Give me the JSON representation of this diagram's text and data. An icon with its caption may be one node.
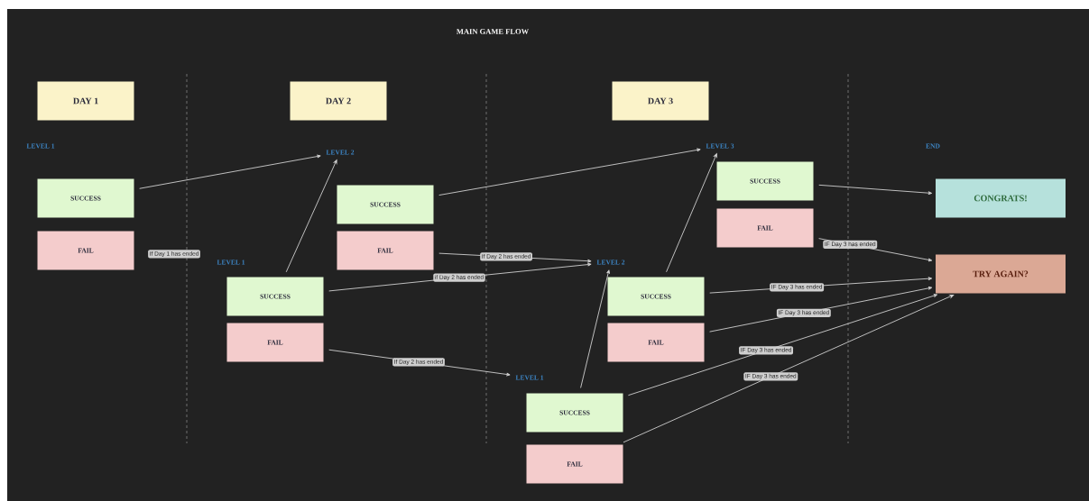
{
  "diagram": {
    "title": "MAIN GAME FLOW",
    "nodes": [
      {
        "text": [
          "DAY 1"
        ]
      },
      {
        "text": [
          "SUCCESS"
        ]
      },
      {
        "text": [
          "FAIL"
        ]
      },
      {
        "text": [
          "DAY 2"
        ]
      },
      {
        "text": [
          "LEVEL 2"
        ]
      },
      {
        "text": [
          "SUCCESS"
        ]
      },
      {
        "text": [
          "FAIL"
        ]
      },
      {
        "text": [
          "SUCCESS"
        ]
      },
      {
        "text": [
          "FAIL"
        ]
      },
      {
        "text": [
          "DAY 3"
        ]
      },
      {
        "text": [
          "LEVEL 3"
        ]
      },
      {
        "text": [
          "SUCCESS"
        ]
      },
      {
        "text": [
          "FAIL"
        ]
      },
      {
        "text": [
          "LEVEL 2"
        ]
      },
      {
        "text": [
          "SUCCESS"
        ]
      },
      {
        "text": [
          "FAIL"
        ]
      },
      {
        "text": [
          "LEVEL 1"
        ]
      },
      {
        "text": [
          "SUCCESS"
        ]
      },
      {
        "text": [
          "FAIL"
        ]
      },
      {
        "text": [
          "CONGRATS!"
        ]
      },
      {
        "text": [
          "TRY AGAIN?"
        ]
      }
    ],
    "edges": [
      {
        "from": 1,
        "to": 4,
        "arrow": "to"
      },
      {
        "from": 7,
        "to": 4,
        "arrow": "to"
      },
      {
        "from": 5,
        "to": 10,
        "arrow": "to"
      },
      {
        "from": 6,
        "to": 13,
        "arrow": "to",
        "label": "If Day 2 has ended"
      },
      {
        "from": 7,
        "to": 13,
        "arrow": "to",
        "label": "if Day 2 has ended"
      },
      {
        "from": 8,
        "to": 16,
        "arrow": "to",
        "label": "If Day 2 has ended"
      },
      {
        "from": 14,
        "to": 10,
        "arrow": "to"
      },
      {
        "from": 17,
        "to": 13,
        "arrow": "to"
      },
      {
        "from": 11,
        "to": 19,
        "arrow": "to"
      },
      {
        "from": 12,
        "to": 20,
        "arrow": "to",
        "label": "IF Day 3 has ended"
      },
      {
        "from": 14,
        "to": 20,
        "arrow": "to",
        "label": "IF Day 3 has ended"
      },
      {
        "from": 15,
        "to": 20,
        "arrow": "to",
        "label": "IF Day 3 has ended"
      },
      {
        "from": 17,
        "to": 20,
        "arrow": "to",
        "label": "IF Day 3 has ended"
      },
      {
        "from": 18,
        "to": 20,
        "arrow": "to",
        "label": "IF Day 3 has ended"
      }
    ],
    "labels": [
      "LEVEL 1",
      "If Day 1 has ended",
      "LEVEL 1",
      "END"
    ]
  }
}
